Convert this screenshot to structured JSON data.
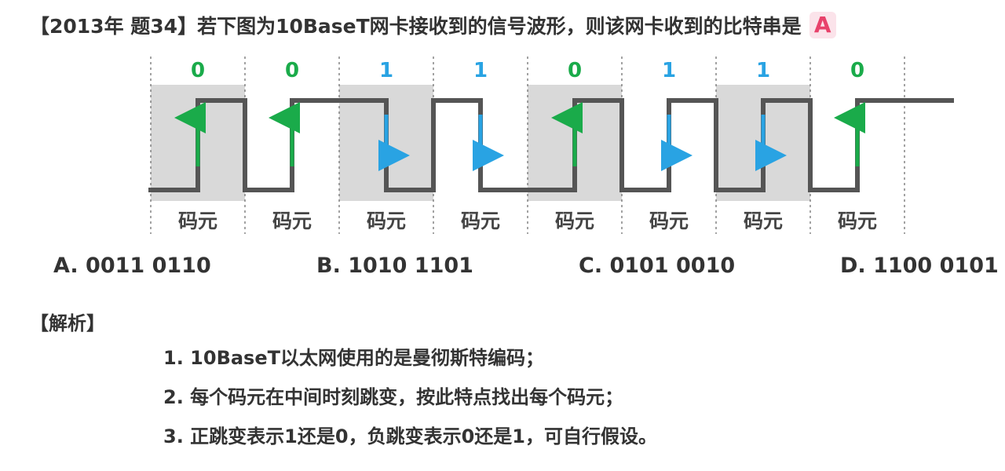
{
  "question": {
    "text": "【2013年 题34】若下图为10BaseT网卡接收到的信号波形，则该网卡收到的比特串是",
    "answer": "A"
  },
  "chart_data": {
    "type": "diagram",
    "encoding": "manchester",
    "bits": [
      "0",
      "0",
      "1",
      "1",
      "0",
      "1",
      "1",
      "0"
    ],
    "symbol_label": "码元",
    "levels": [
      0,
      1,
      0,
      1,
      1,
      0,
      1,
      0,
      0,
      1,
      0,
      1,
      0,
      1,
      0,
      1,
      1
    ],
    "colors": {
      "zero": "#1aab4a",
      "one": "#29a3e3",
      "wave": "#555555",
      "band": "#d9d9d9",
      "divider": "#666666"
    }
  },
  "options": [
    {
      "label": "A. 0011 0110"
    },
    {
      "label": "B. 1010 1101"
    },
    {
      "label": "C. 0101 0010"
    },
    {
      "label": "D. 1100 0101"
    }
  ],
  "analysis": {
    "title": "【解析】",
    "steps": [
      "1. 10BaseT以太网使用的是曼彻斯特编码；",
      "2. 每个码元在中间时刻跳变，按此特点找出每个码元；",
      "3. 正跳变表示1还是0，负跳变表示0还是1，可自行假设。"
    ]
  }
}
